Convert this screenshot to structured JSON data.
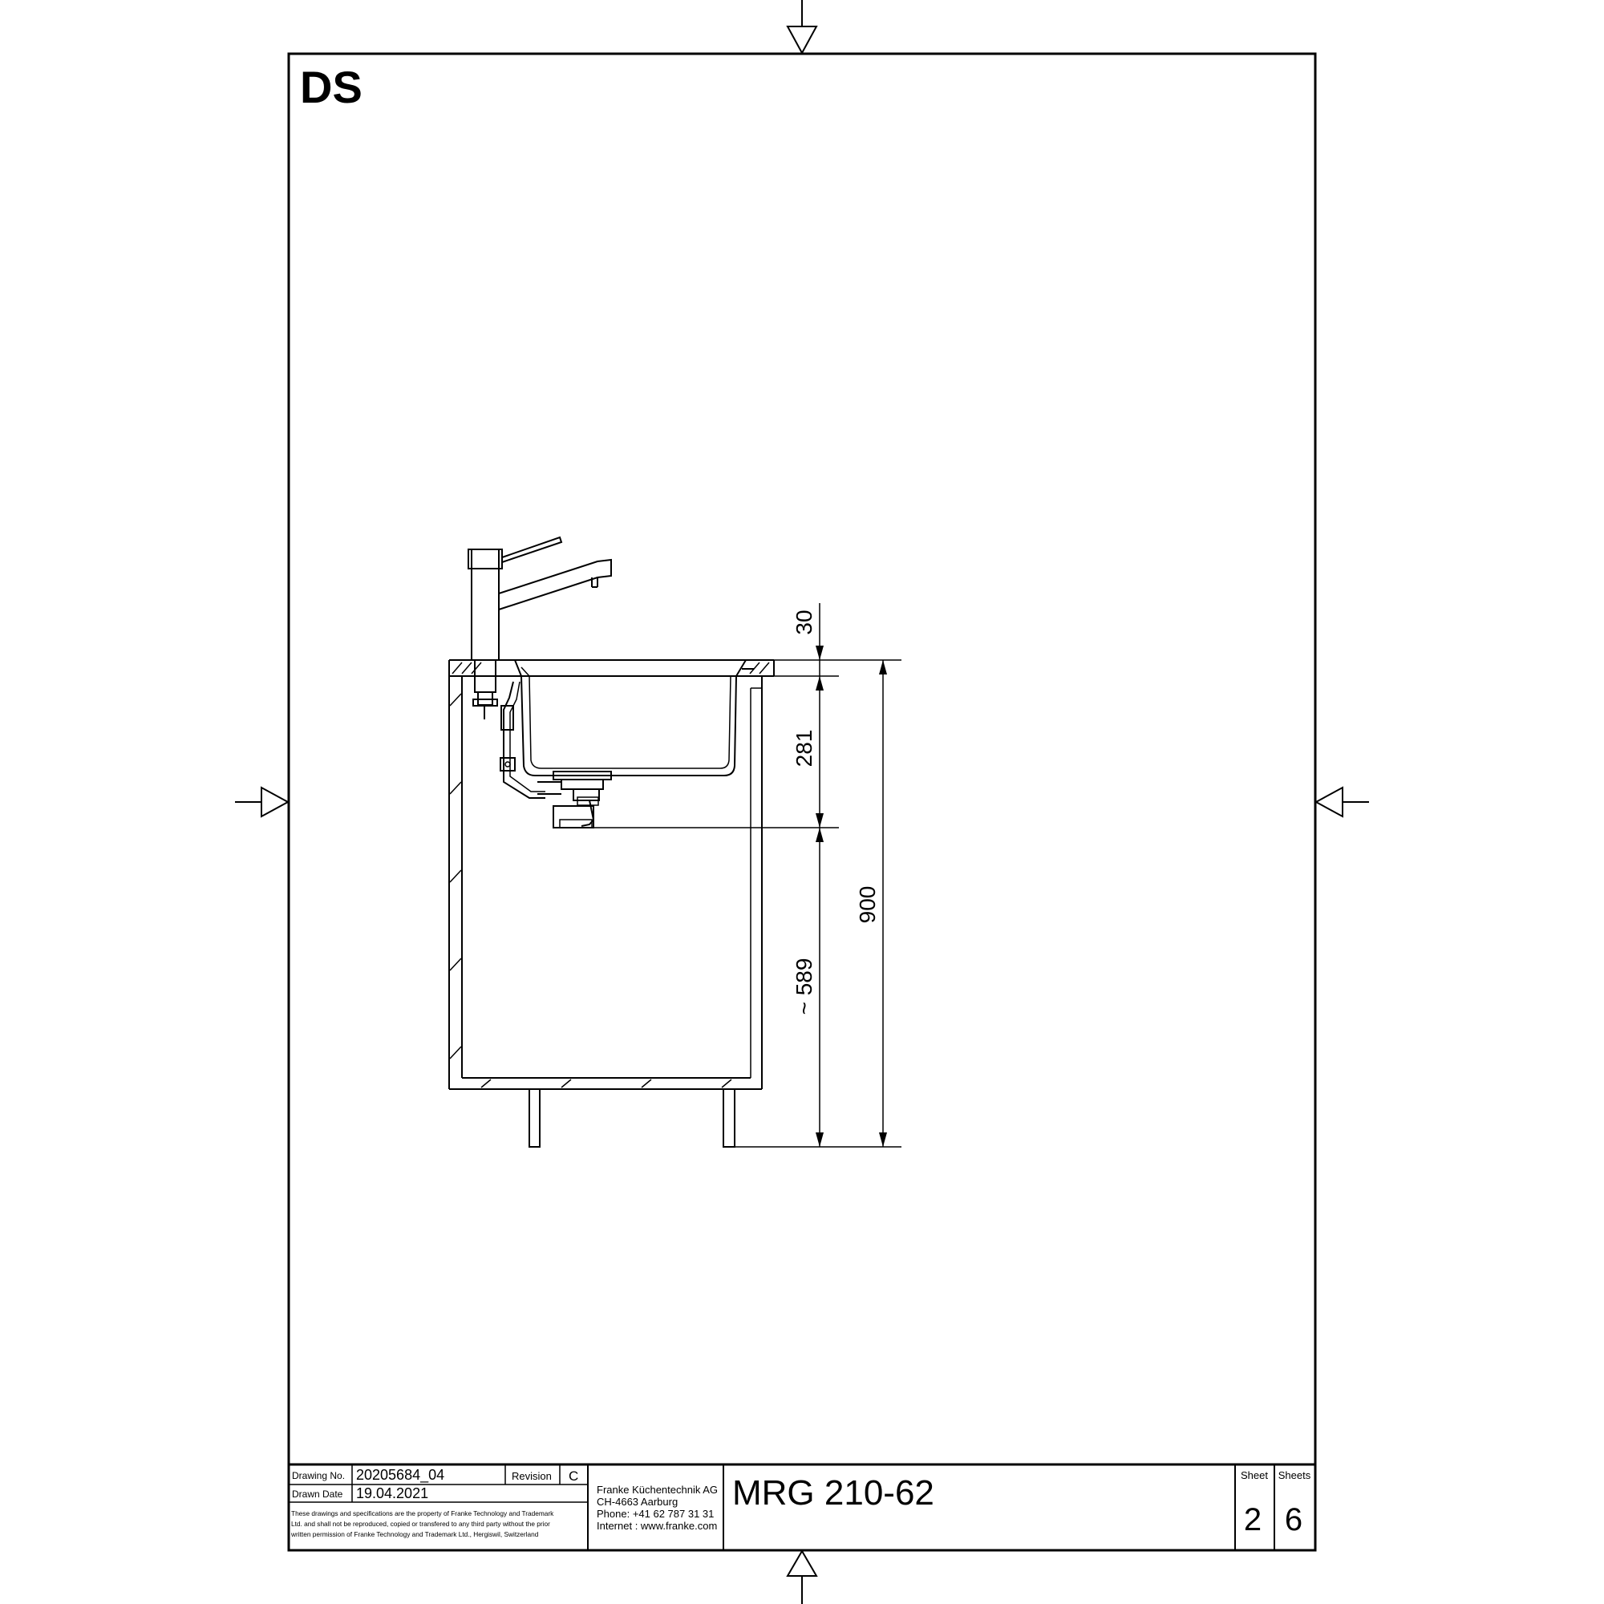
{
  "corner_label": "DS",
  "dimensions": {
    "d30": "30",
    "d281": "281",
    "d589": "~ 589",
    "d900": "900"
  },
  "title_block": {
    "drawing_no_label": "Drawing No.",
    "drawing_no_value": "20205684_04",
    "revision_label": "Revision",
    "revision_value": "C",
    "drawn_date_label": "Drawn Date",
    "drawn_date_value": "19.04.2021",
    "disclaimer_lines": [
      "These drawings and specifications are the property of Franke Technology and Trademark",
      "Ltd. and shall not be reproduced, copied or transfered to any third party without the prior",
      "written permission of Franke Technology and Trademark Ltd., Hergiswil, Switzerland"
    ],
    "company_lines": [
      "Franke Küchentechnik AG",
      "CH-4663 Aarburg",
      "Phone:  +41 62 787 31 31",
      "Internet :  www.franke.com"
    ],
    "model": "MRG 210-62",
    "sheet_label": "Sheet",
    "sheets_label": "Sheets",
    "sheet_value": "2",
    "sheets_value": "6"
  }
}
